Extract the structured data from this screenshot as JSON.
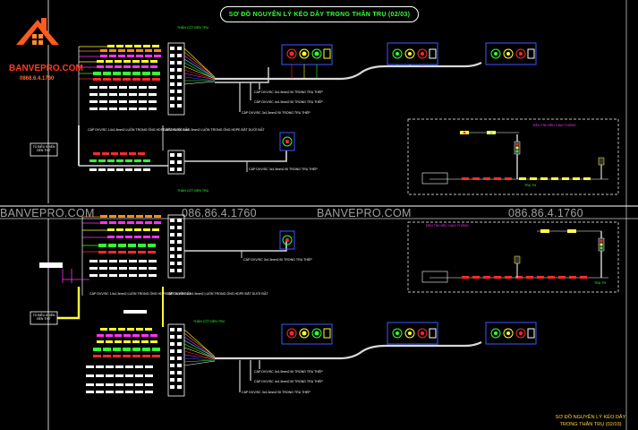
{
  "title": "SƠ ĐỒ NGUYÊN LÝ KÉO DÂY TRONG THÂN TRỤ (02/03)",
  "logo": {
    "brand": "BANVEPRO.COM",
    "phone": "0868.6.4.1760"
  },
  "watermarks": [
    "BANVEPRO.COM",
    "086.86.4.1760",
    "BANVEPRO.COM",
    "086.86.4.1760"
  ],
  "footer": {
    "line1": "SƠ ĐỒ NGUYÊN LÝ KÉO DÂY",
    "line2": "TRONG THÂN TRỤ (02/03)"
  },
  "labels": {
    "cable1": "CÁP DVV/SC 3x1.5mm2 ĐI TRONG TRỤ THÉP",
    "cable2": "CÁP DVV/SC 4x1.5mm2 ĐI TRONG TRỤ THÉP",
    "cable3": "CÁP DVV/SC 3x1.5mm2 ĐI TRONG TRỤ THÉP",
    "cable4": "CÁP DVV/SC 14x1.5mm2 LUỒN TRONG ỐNG HDPE ĐẶT DƯỚI ĐẤT",
    "cable5": "CÁP DVV/SC 14x1.5mm2 LUỒN TRONG ỐNG HDPE ĐẶT DƯỚI ĐẤT",
    "cable6": "CÁP DVV/SC 3x1.5mm2 ĐI TRONG TRỤ THÉP",
    "box_top": "THÂN CỘT ĐÈN TRỤ",
    "box_bottom": "THÂN CỘT ĐÈN TRỤ",
    "controller": "TỦ ĐIỀU KHIỂN ĐÈN THỊT",
    "pole_label": "TRỤ TH",
    "sign_label": "ĐÈN TÍN HIỆU GIAO THÔNG"
  },
  "colors": {
    "green": "#33ff33",
    "yellow": "#ffff33",
    "magenta": "#ff33ff",
    "cyan": "#33ffff",
    "red": "#ff2a2a",
    "blue": "#3a5aff",
    "orange": "#ff8a1a",
    "white": "#ffffff"
  }
}
